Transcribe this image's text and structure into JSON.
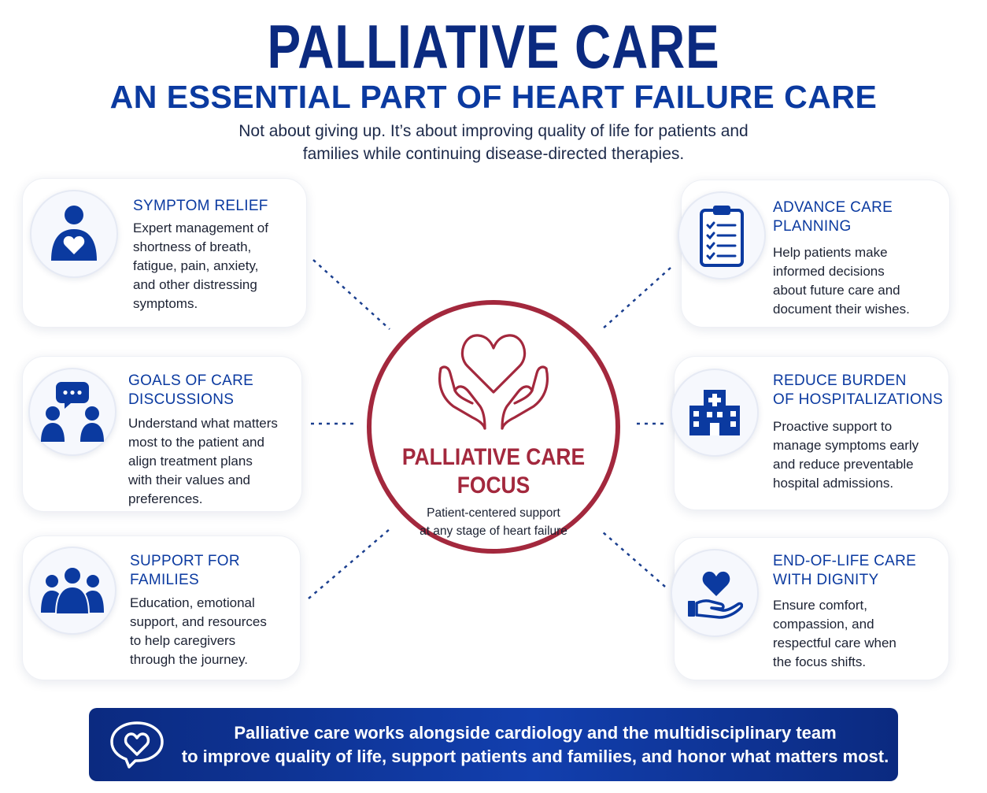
{
  "header": {
    "title": "PALLIATIVE CARE",
    "subtitle": "AN ESSENTIAL PART OF HEART FAILURE CARE",
    "intro_line1": "Not about giving up. It’s about improving quality of life for patients and",
    "intro_line2": "families while continuing disease-directed therapies."
  },
  "center": {
    "title_line1": "PALLIATIVE CARE",
    "title_line2": "FOCUS",
    "body_line1": "Patient-centered support",
    "body_line2": "at any stage of heart failure",
    "icon": "heart-in-hands-icon"
  },
  "cards": {
    "symptom_relief": {
      "icon": "person-heart-icon",
      "title": "SYMPTOM RELIEF",
      "body": [
        "Expert management of",
        "shortness of breath,",
        "fatigue, pain, anxiety,",
        "and other distressing",
        "symptoms."
      ]
    },
    "goals_of_care": {
      "icon": "conversation-icon",
      "title": [
        "GOALS OF CARE",
        "DISCUSSIONS"
      ],
      "body": [
        "Understand what matters",
        "most to the patient and",
        "align treatment plans",
        "with their values and",
        "preferences."
      ]
    },
    "support_families": {
      "icon": "family-icon",
      "title": [
        "SUPPORT FOR",
        "FAMILIES"
      ],
      "body": [
        "Education, emotional",
        "support, and resources",
        "to help caregivers",
        "through the journey."
      ]
    },
    "advance_care": {
      "icon": "clipboard-checklist-icon",
      "title": [
        "ADVANCE CARE",
        "PLANNING"
      ],
      "body": [
        "Help patients make",
        "informed decisions",
        "about future care and",
        "document their wishes."
      ]
    },
    "reduce_burden": {
      "icon": "hospital-icon",
      "title": [
        "REDUCE BURDEN",
        "OF HOSPITALIZATIONS"
      ],
      "body": [
        "Proactive support to",
        "manage symptoms early",
        "and reduce preventable",
        "hospital admissions."
      ]
    },
    "end_of_life": {
      "icon": "hand-heart-icon",
      "title": [
        "END-OF-LIFE CARE",
        "WITH DIGNITY"
      ],
      "body": [
        "Ensure comfort,",
        "compassion, and",
        "respectful care when",
        "the focus shifts."
      ]
    }
  },
  "banner": {
    "icon": "heart-speech-bubble-icon",
    "line1": "Palliative care works alongside cardiology and the multidisciplinary team",
    "line2": "to improve quality of life, support patients and families, and honor what matters most."
  },
  "colors": {
    "navy": "#0b2a80",
    "blue": "#0b3aa0",
    "crimson": "#a3283d"
  }
}
